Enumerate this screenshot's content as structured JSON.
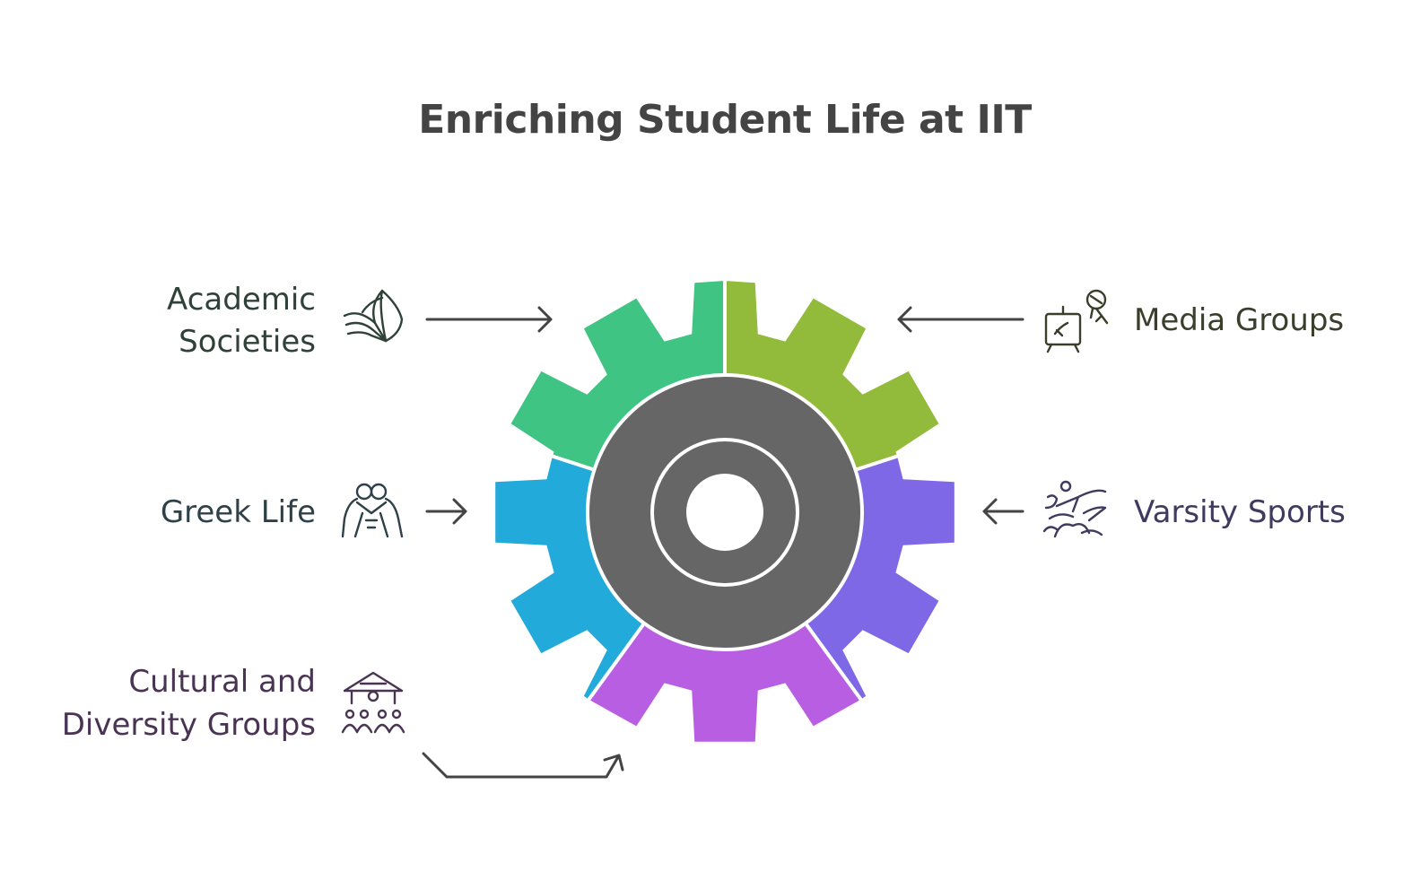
{
  "title": "Enriching Student Life at IIT",
  "colors": {
    "academic": "#3fc483",
    "media": "#93bb3b",
    "varsity": "#7e68e6",
    "cultural": "#b85ee2",
    "greek": "#22aadb",
    "hub": "#666666",
    "text_academic": "#2f4138",
    "text_media": "#3a3f2c",
    "text_varsity": "#3f3a5e",
    "text_cultural": "#4a3453",
    "text_greek": "#2f4148"
  },
  "items": {
    "academic": {
      "line1": "Academic",
      "line2": "Societies",
      "icon": "open-book-icon"
    },
    "media": {
      "line1": "Media Groups",
      "icon": "easel-microphone-icon"
    },
    "greek": {
      "line1": "Greek Life",
      "icon": "embracing-people-icon"
    },
    "varsity": {
      "line1": "Varsity Sports",
      "icon": "athlete-jumping-icon"
    },
    "cultural": {
      "line1": "Cultural and",
      "line2": "Diversity Groups",
      "icon": "pavilion-crowd-icon"
    }
  }
}
